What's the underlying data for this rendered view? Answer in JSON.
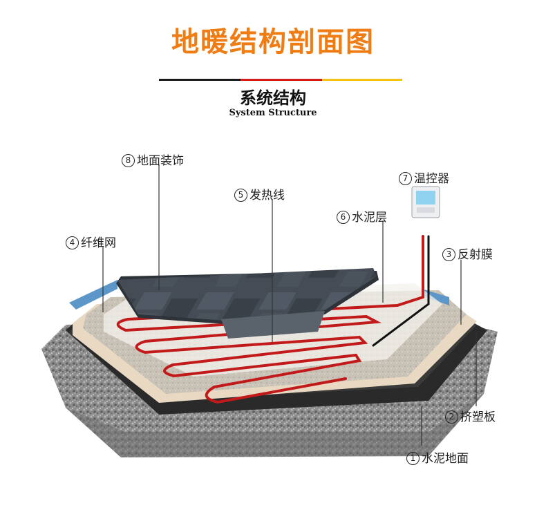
{
  "header": {
    "title": "地暖结构剖面图",
    "subtitle": "系统结构",
    "subtitle_en": "System Structure",
    "title_color": "#f07d14",
    "bar_colors": [
      "#1a1a1a",
      "#d31d1d",
      "#f2c21a"
    ]
  },
  "labels": {
    "floor_decoration": {
      "num": "8",
      "text": "地面装饰"
    },
    "heating_wire": {
      "num": "5",
      "text": "发热线"
    },
    "thermostat": {
      "num": "7",
      "text": "温控器"
    },
    "cement_layer": {
      "num": "6",
      "text": "水泥层"
    },
    "fiber_mesh": {
      "num": "4",
      "text": "纤维网"
    },
    "reflective_film": {
      "num": "3",
      "text": "反射膜"
    },
    "extruded_board": {
      "num": "2",
      "text": "挤塑板"
    },
    "cement_ground": {
      "num": "1",
      "text": "水泥地面"
    }
  },
  "colors": {
    "wire": "#c21a1a",
    "tile": "#3f4650",
    "ground": "#8a8a8a",
    "board": "#2a2a2a",
    "edge_strip": "#5d97c9"
  }
}
